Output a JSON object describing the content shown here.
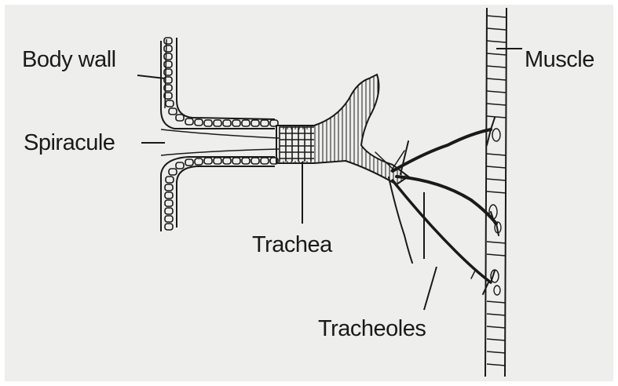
{
  "labels": {
    "body_wall": "Body wall",
    "spiracule": "Spiracule",
    "trachea": "Trachea",
    "tracheoles": "Tracheoles",
    "muscle": "Muscle"
  },
  "colors": {
    "background": "#ffffff",
    "paper": "#eeeeec",
    "ink": "#1a1a1a"
  }
}
